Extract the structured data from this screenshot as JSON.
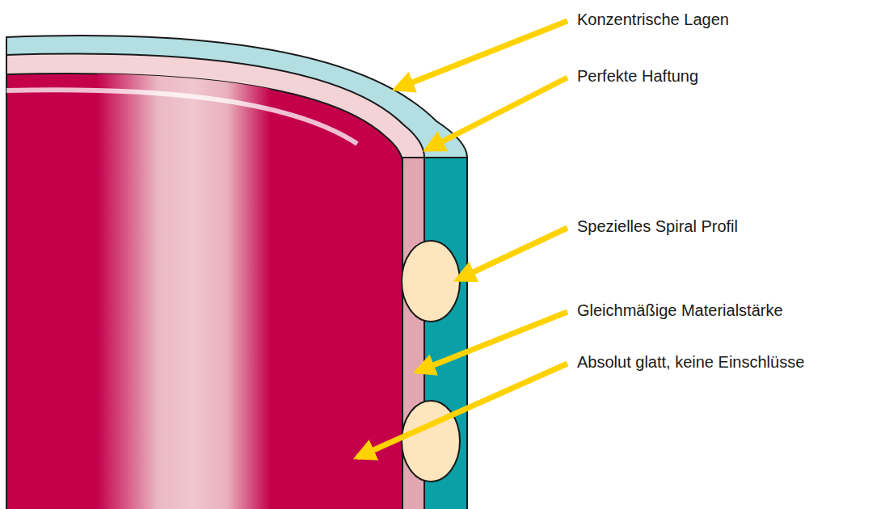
{
  "diagram": {
    "labels": [
      "Konzentrische Lagen",
      "Perfekte Haftung",
      "Spezielles Spiral Profil",
      "Gleichmäßige Materialstärke",
      "Absolut glatt, keine Einschlüsse"
    ]
  }
}
